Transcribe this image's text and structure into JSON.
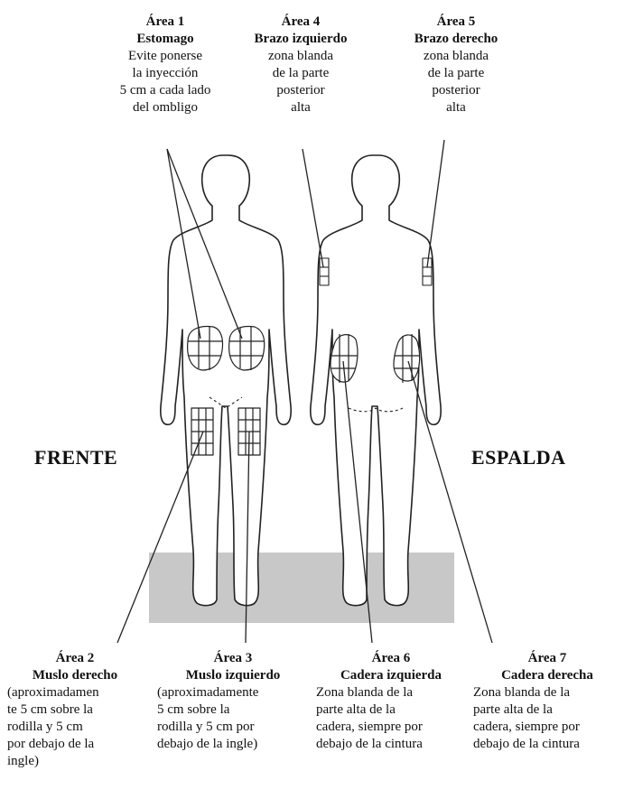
{
  "top_areas": [
    {
      "area": "Área 1",
      "name": "Estomago",
      "lines": [
        "Evite ponerse",
        "la inyección",
        "5 cm a cada lado",
        "del ombligo"
      ]
    },
    {
      "area": "Área 4",
      "name": "Brazo izquierdo",
      "lines": [
        "zona blanda",
        "de la parte",
        "posterior",
        "alta"
      ]
    },
    {
      "area": "Área 5",
      "name": "Brazo derecho",
      "lines": [
        "zona blanda",
        "de la parte",
        "posterior",
        "alta"
      ]
    }
  ],
  "bottom_areas": [
    {
      "area": "Área 2",
      "name": "Muslo derecho",
      "lines": [
        "(aproximadamen",
        "te 5 cm sobre la",
        "rodilla  y 5 cm",
        "por debajo de la",
        "ingle)"
      ]
    },
    {
      "area": "Área 3",
      "name": "Muslo izquierdo",
      "lines": [
        "(aproximadamente",
        "5  cm  sobre  la",
        "rodilla y 5 cm por",
        "debajo de la ingle)"
      ]
    },
    {
      "area": "Área 6",
      "name": "Cadera izquierda",
      "lines": [
        "Zona blanda de la",
        "parte alta de la",
        "cadera, siempre por",
        "debajo de la cintura"
      ]
    },
    {
      "area": "Área 7",
      "name": "Cadera derecha",
      "lines": [
        "Zona blanda de la",
        "parte alta de la",
        "cadera, siempre por",
        "debajo de la cintura"
      ]
    }
  ],
  "views": {
    "front": "FRENTE",
    "back": "ESPALDA"
  }
}
